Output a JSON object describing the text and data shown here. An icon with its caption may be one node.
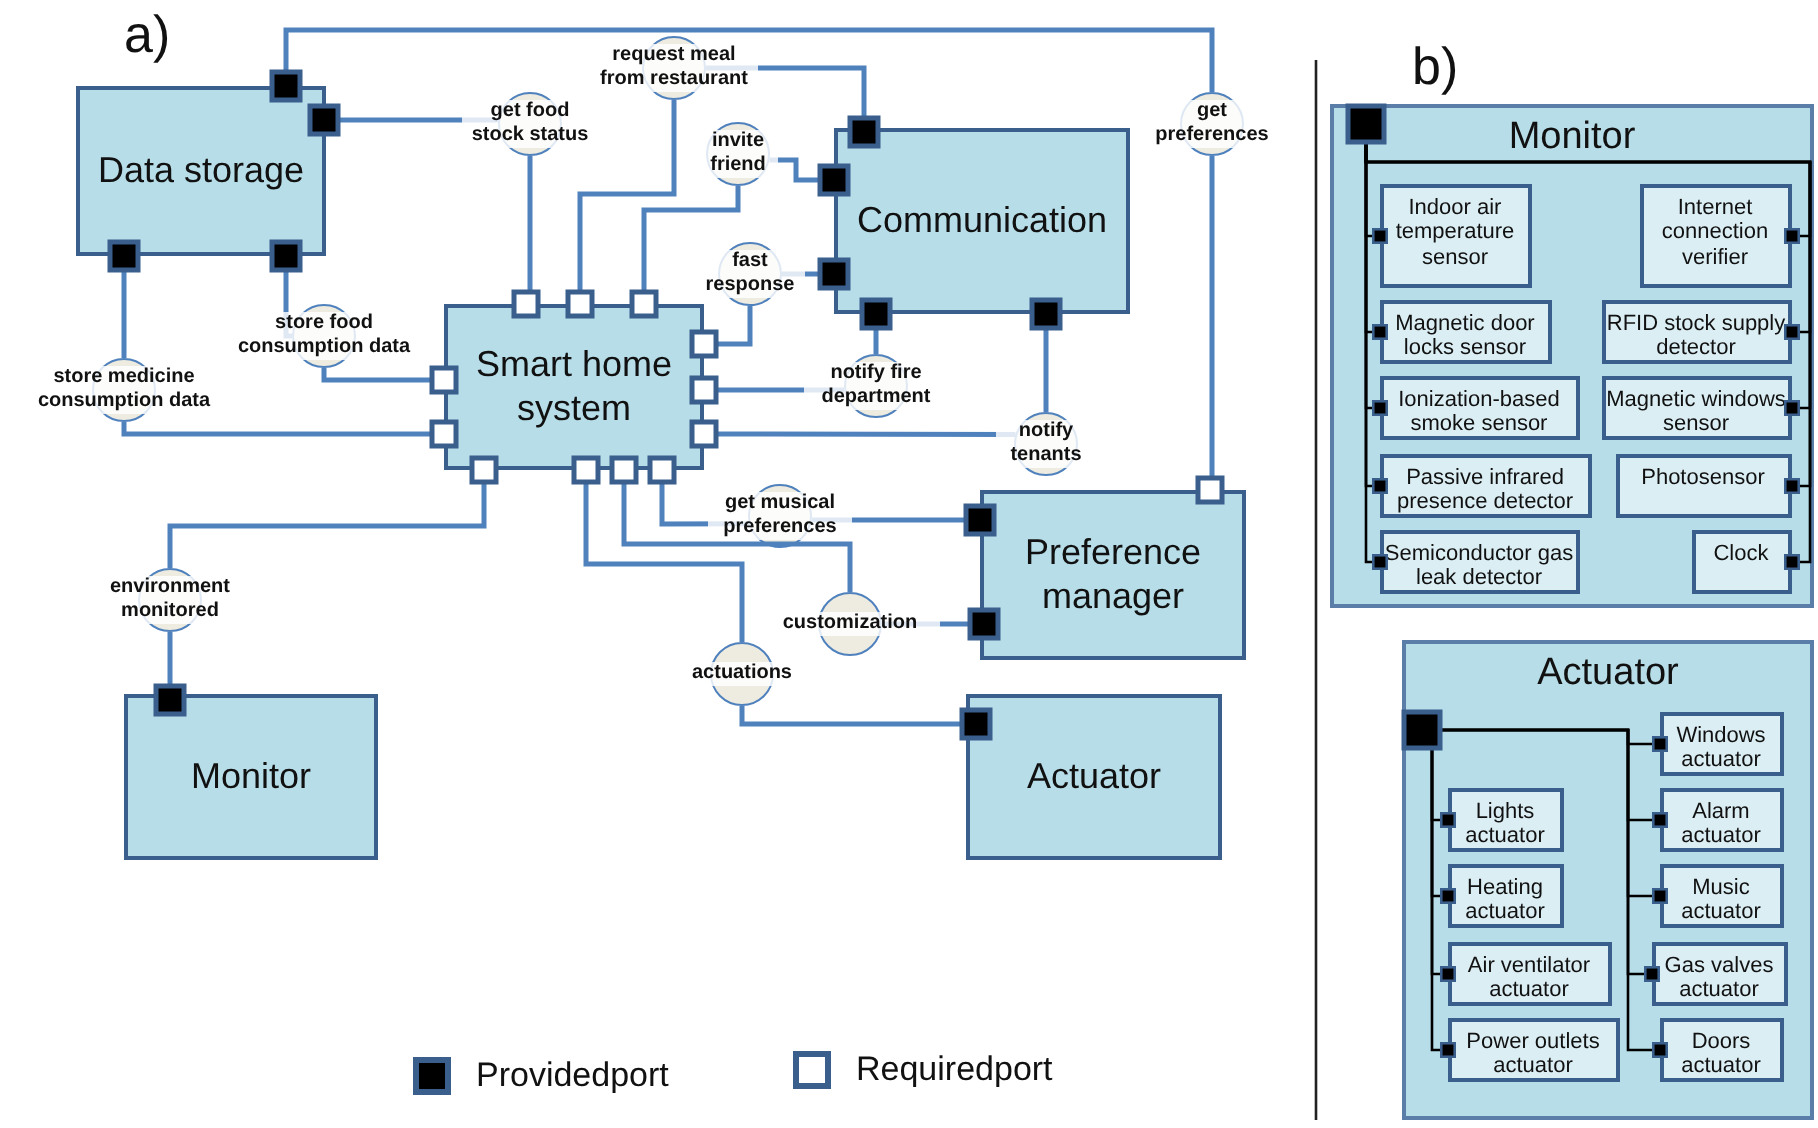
{
  "diagram": {
    "nodes": [
      {
        "text": [
          "Data storage"
        ]
      },
      {
        "text": [
          "Smart home system"
        ]
      },
      {
        "text": [
          "Communication"
        ]
      },
      {
        "text": [
          "Preference manager"
        ]
      },
      {
        "text": [
          "Monitor"
        ]
      },
      {
        "text": [
          "Actuator"
        ]
      },
      {
        "text": [
          "get food stock status"
        ]
      },
      {
        "text": [
          "request meal from restaurant"
        ]
      },
      {
        "text": [
          "invite friend"
        ]
      },
      {
        "text": [
          "fast response"
        ]
      },
      {
        "text": [
          "store food consumption data"
        ]
      },
      {
        "text": [
          "store medicine consumption data"
        ]
      },
      {
        "text": [
          "notify fire department"
        ]
      },
      {
        "text": [
          "notify tenants"
        ]
      },
      {
        "text": [
          "get preferences"
        ]
      },
      {
        "text": [
          "get musical preferences"
        ]
      },
      {
        "text": [
          "customization"
        ]
      },
      {
        "text": [
          "actuations"
        ]
      },
      {
        "text": [
          "environment monitored"
        ]
      },
      {
        "text": [
          "Monitor"
        ]
      },
      {
        "text": [
          "Indoor air temperature sensor"
        ],
        "in": 19
      },
      {
        "text": [
          "Internet connection verifier"
        ],
        "in": 19
      },
      {
        "text": [
          "Magnetic door locks sensor"
        ],
        "in": 19
      },
      {
        "text": [
          "RFID stock supply detector"
        ],
        "in": 19
      },
      {
        "text": [
          "Ionization-based smoke sensor"
        ],
        "in": 19
      },
      {
        "text": [
          "Magnetic windows sensor"
        ],
        "in": 19
      },
      {
        "text": [
          "Passive infrared presence detector"
        ],
        "in": 19
      },
      {
        "text": [
          "Photosensor"
        ],
        "in": 19
      },
      {
        "text": [
          "Semiconductor gas leak detector"
        ],
        "in": 19
      },
      {
        "text": [
          "Clock"
        ],
        "in": 19
      },
      {
        "text": [
          "Actuator"
        ]
      },
      {
        "text": [
          "Windows actuator"
        ],
        "in": 30
      },
      {
        "text": [
          "Lights actuator"
        ],
        "in": 30
      },
      {
        "text": [
          "Alarm actuator"
        ],
        "in": 30
      },
      {
        "text": [
          "Heating actuator"
        ],
        "in": 30
      },
      {
        "text": [
          "Music actuator"
        ],
        "in": 30
      },
      {
        "text": [
          "Air ventilator actuator"
        ],
        "in": 30
      },
      {
        "text": [
          "Gas valves actuator"
        ],
        "in": 30
      },
      {
        "text": [
          "Power outlets actuator"
        ],
        "in": 30
      },
      {
        "text": [
          "Doors actuator"
        ],
        "in": 30
      }
    ],
    "edges": [
      {
        "from": 0,
        "to": 6,
        "arrow": "none"
      },
      {
        "from": 6,
        "to": 1,
        "arrow": "none"
      },
      {
        "from": 2,
        "to": 7,
        "arrow": "none"
      },
      {
        "from": 7,
        "to": 1,
        "arrow": "none"
      },
      {
        "from": 2,
        "to": 8,
        "arrow": "none"
      },
      {
        "from": 8,
        "to": 1,
        "arrow": "none"
      },
      {
        "from": 2,
        "to": 9,
        "arrow": "none"
      },
      {
        "from": 9,
        "to": 1,
        "arrow": "none"
      },
      {
        "from": 0,
        "to": 10,
        "arrow": "none"
      },
      {
        "from": 10,
        "to": 1,
        "arrow": "none"
      },
      {
        "from": 0,
        "to": 11,
        "arrow": "none"
      },
      {
        "from": 11,
        "to": 1,
        "arrow": "none"
      },
      {
        "from": 2,
        "to": 12,
        "arrow": "none"
      },
      {
        "from": 12,
        "to": 1,
        "arrow": "none"
      },
      {
        "from": 2,
        "to": 13,
        "arrow": "none"
      },
      {
        "from": 13,
        "to": 1,
        "arrow": "none"
      },
      {
        "from": 0,
        "to": 14,
        "arrow": "none"
      },
      {
        "from": 14,
        "to": 3,
        "arrow": "none"
      },
      {
        "from": 3,
        "to": 15,
        "arrow": "none"
      },
      {
        "from": 15,
        "to": 1,
        "arrow": "none"
      },
      {
        "from": 3,
        "to": 16,
        "arrow": "none"
      },
      {
        "from": 16,
        "to": 1,
        "arrow": "none"
      },
      {
        "from": 5,
        "to": 17,
        "arrow": "none"
      },
      {
        "from": 17,
        "to": 1,
        "arrow": "none"
      },
      {
        "from": 4,
        "to": 18,
        "arrow": "none"
      },
      {
        "from": 18,
        "to": 1,
        "arrow": "none"
      },
      {
        "from": 19,
        "to": 20,
        "arrow": "other",
        "color": "#000000"
      },
      {
        "from": 19,
        "to": 21,
        "arrow": "other",
        "color": "#000000"
      },
      {
        "from": 19,
        "to": 22,
        "arrow": "other",
        "color": "#000000"
      },
      {
        "from": 19,
        "to": 23,
        "arrow": "other",
        "color": "#000000"
      },
      {
        "from": 19,
        "to": 24,
        "arrow": "other",
        "color": "#000000"
      },
      {
        "from": 19,
        "to": 25,
        "arrow": "other",
        "color": "#000000"
      },
      {
        "from": 19,
        "to": 26,
        "arrow": "other",
        "color": "#000000"
      },
      {
        "from": 19,
        "to": 27,
        "arrow": "other",
        "color": "#000000"
      },
      {
        "from": 19,
        "to": 28,
        "arrow": "other",
        "color": "#000000"
      },
      {
        "from": 19,
        "to": 29,
        "arrow": "other",
        "color": "#000000"
      },
      {
        "from": 30,
        "to": 31,
        "arrow": "other",
        "color": "#000000"
      },
      {
        "from": 30,
        "to": 32,
        "arrow": "other",
        "color": "#000000"
      },
      {
        "from": 30,
        "to": 33,
        "arrow": "other",
        "color": "#000000"
      },
      {
        "from": 30,
        "to": 34,
        "arrow": "other",
        "color": "#000000"
      },
      {
        "from": 30,
        "to": 35,
        "arrow": "other",
        "color": "#000000"
      },
      {
        "from": 30,
        "to": 36,
        "arrow": "other",
        "color": "#000000"
      },
      {
        "from": 30,
        "to": 37,
        "arrow": "other",
        "color": "#000000"
      },
      {
        "from": 30,
        "to": 38,
        "arrow": "other",
        "color": "#000000"
      },
      {
        "from": 30,
        "to": 39,
        "arrow": "other",
        "color": "#000000"
      }
    ],
    "labels": [
      "a)",
      "b)"
    ],
    "legend": [
      {
        "text": "Providedport"
      },
      {
        "text": "Requiredport"
      }
    ]
  }
}
